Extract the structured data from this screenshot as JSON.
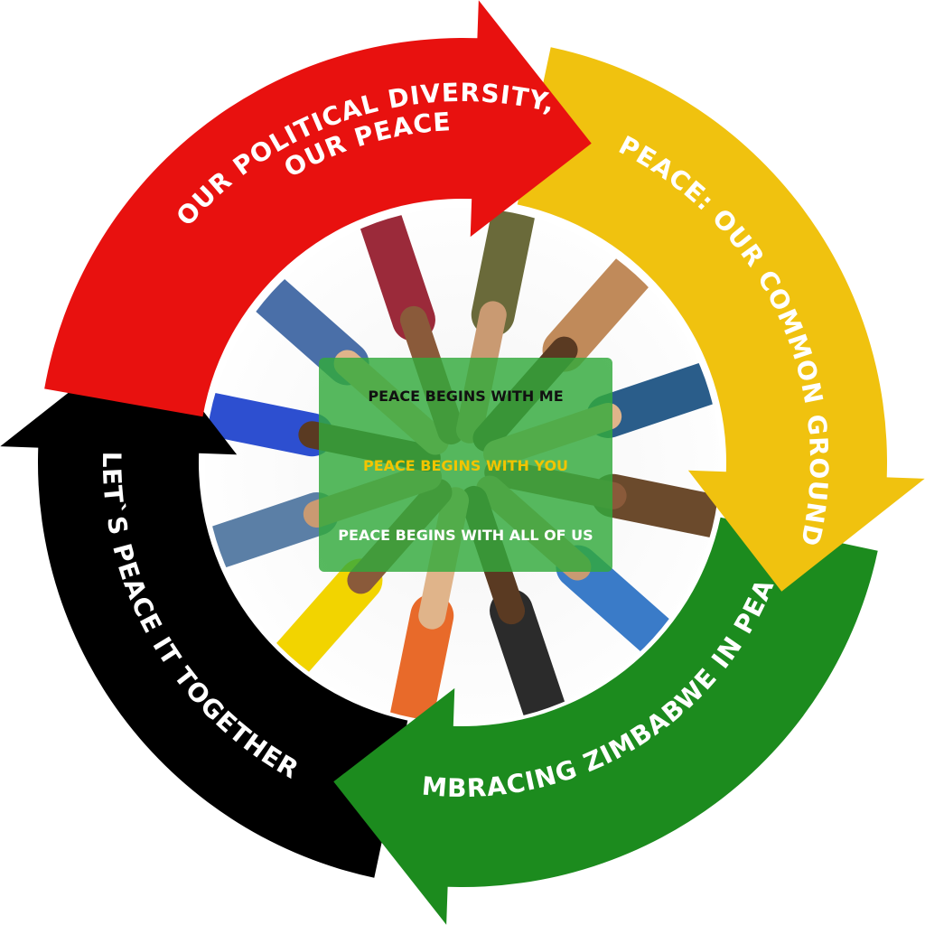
{
  "segments": [
    {
      "id": "red",
      "label_lines": [
        "OUR POLITICAL DIVERSITY,",
        "OUR PEACE"
      ],
      "color": "#e8110f"
    },
    {
      "id": "yellow",
      "label_lines": [
        "PEACE: OUR COMMON GROUND"
      ],
      "color": "#f0c20f"
    },
    {
      "id": "green",
      "label_lines": [
        "EMBRACING ZIMBABWE IN PEACE"
      ],
      "color": "#1c8b1e"
    },
    {
      "id": "black",
      "label_lines": [
        "LET`S PEACE IT TOGETHER"
      ],
      "color": "#000000"
    }
  ],
  "center": {
    "line1": "PEACE BEGINS WITH ME",
    "line2": "PEACE BEGINS WITH YOU",
    "line3": "PEACE BEGINS WITH ALL OF US",
    "line1_color": "#111111",
    "line2_color": "#f2c400",
    "line3_color": "#ffffff"
  },
  "photo": {
    "subject": "people-hands-stacked-icon"
  }
}
